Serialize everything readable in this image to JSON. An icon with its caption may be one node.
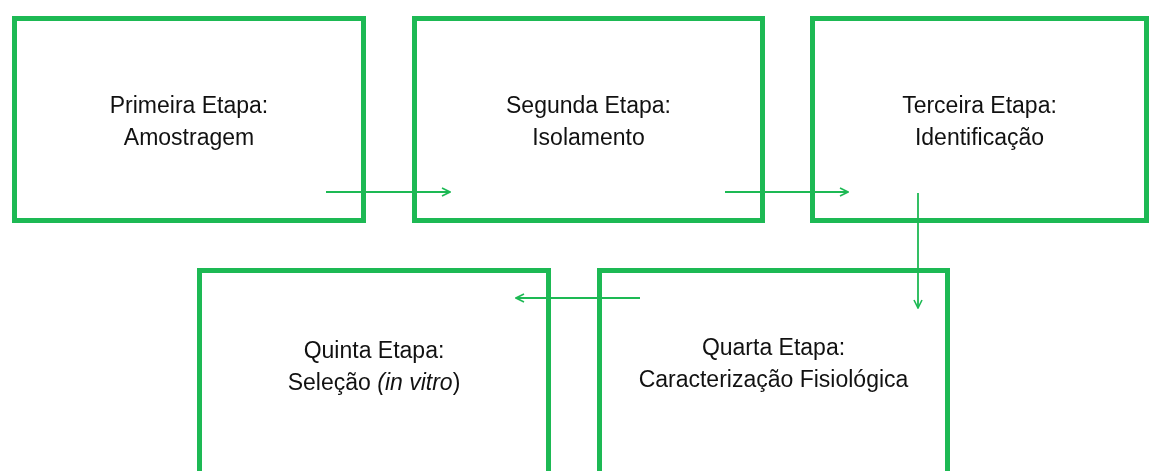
{
  "diagram": {
    "nodes": [
      {
        "text": [
          "Primeira Etapa:",
          "Amostragem"
        ]
      },
      {
        "text": [
          "Segunda Etapa:",
          "Isolamento"
        ]
      },
      {
        "text": [
          "Terceira Etapa:",
          "Identificação"
        ]
      },
      {
        "text": [
          "Quarta Etapa:",
          "Caracterização Fisiológica"
        ]
      },
      {
        "text": [
          "Quinta Etapa:",
          "Seleção *(in vitro*)"
        ]
      }
    ],
    "edges": [
      {
        "from": 0,
        "to": 1,
        "arrow": "to"
      },
      {
        "from": 1,
        "to": 2,
        "arrow": "to"
      },
      {
        "from": 2,
        "to": 3,
        "arrow": "to"
      },
      {
        "from": 3,
        "to": 4,
        "arrow": "to"
      }
    ]
  }
}
